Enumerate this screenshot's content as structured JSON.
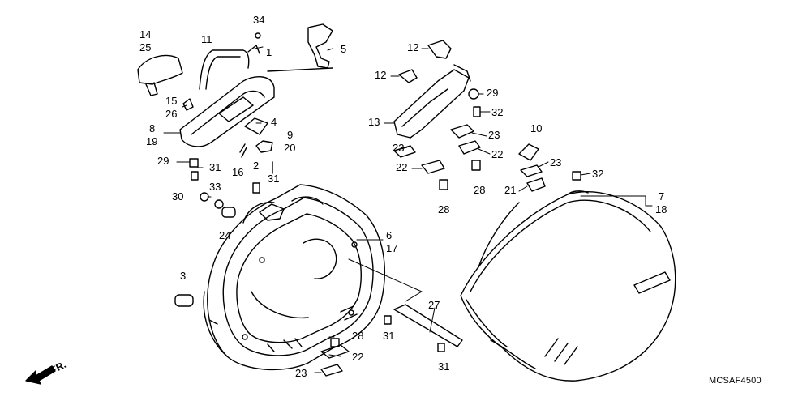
{
  "diagram": {
    "code": "MCSAF4500",
    "front_marker": "FR.",
    "callouts": [
      {
        "id": "c34",
        "text": "34"
      },
      {
        "id": "c14",
        "text": "14"
      },
      {
        "id": "c25",
        "text": "25"
      },
      {
        "id": "c11",
        "text": "11"
      },
      {
        "id": "c1",
        "text": "1"
      },
      {
        "id": "c5",
        "text": "5"
      },
      {
        "id": "c15",
        "text": "15"
      },
      {
        "id": "c26",
        "text": "26"
      },
      {
        "id": "c8",
        "text": "8"
      },
      {
        "id": "c19",
        "text": "19"
      },
      {
        "id": "c4",
        "text": "4"
      },
      {
        "id": "c9",
        "text": "9"
      },
      {
        "id": "c20",
        "text": "20"
      },
      {
        "id": "c29a",
        "text": "29"
      },
      {
        "id": "c31a",
        "text": "31"
      },
      {
        "id": "c16",
        "text": "16"
      },
      {
        "id": "c2",
        "text": "2"
      },
      {
        "id": "c31b",
        "text": "31"
      },
      {
        "id": "c30",
        "text": "30"
      },
      {
        "id": "c33",
        "text": "33"
      },
      {
        "id": "c24",
        "text": "24"
      },
      {
        "id": "c6",
        "text": "6"
      },
      {
        "id": "c17",
        "text": "17"
      },
      {
        "id": "c3",
        "text": "3"
      },
      {
        "id": "c28a",
        "text": "28"
      },
      {
        "id": "c22a",
        "text": "22"
      },
      {
        "id": "c23a",
        "text": "23"
      },
      {
        "id": "c27",
        "text": "27"
      },
      {
        "id": "c31c",
        "text": "31"
      },
      {
        "id": "c31d",
        "text": "31"
      },
      {
        "id": "c12a",
        "text": "12"
      },
      {
        "id": "c12b",
        "text": "12"
      },
      {
        "id": "c29b",
        "text": "29"
      },
      {
        "id": "c32a",
        "text": "32"
      },
      {
        "id": "c13",
        "text": "13"
      },
      {
        "id": "c23b",
        "text": "23"
      },
      {
        "id": "c23c",
        "text": "23"
      },
      {
        "id": "c22b",
        "text": "22"
      },
      {
        "id": "c22c",
        "text": "22"
      },
      {
        "id": "c28b",
        "text": "28"
      },
      {
        "id": "c28c",
        "text": "28"
      },
      {
        "id": "c10",
        "text": "10"
      },
      {
        "id": "c23d",
        "text": "23"
      },
      {
        "id": "c32b",
        "text": "32"
      },
      {
        "id": "c21",
        "text": "21"
      },
      {
        "id": "c7",
        "text": "7"
      },
      {
        "id": "c18",
        "text": "18"
      }
    ]
  }
}
